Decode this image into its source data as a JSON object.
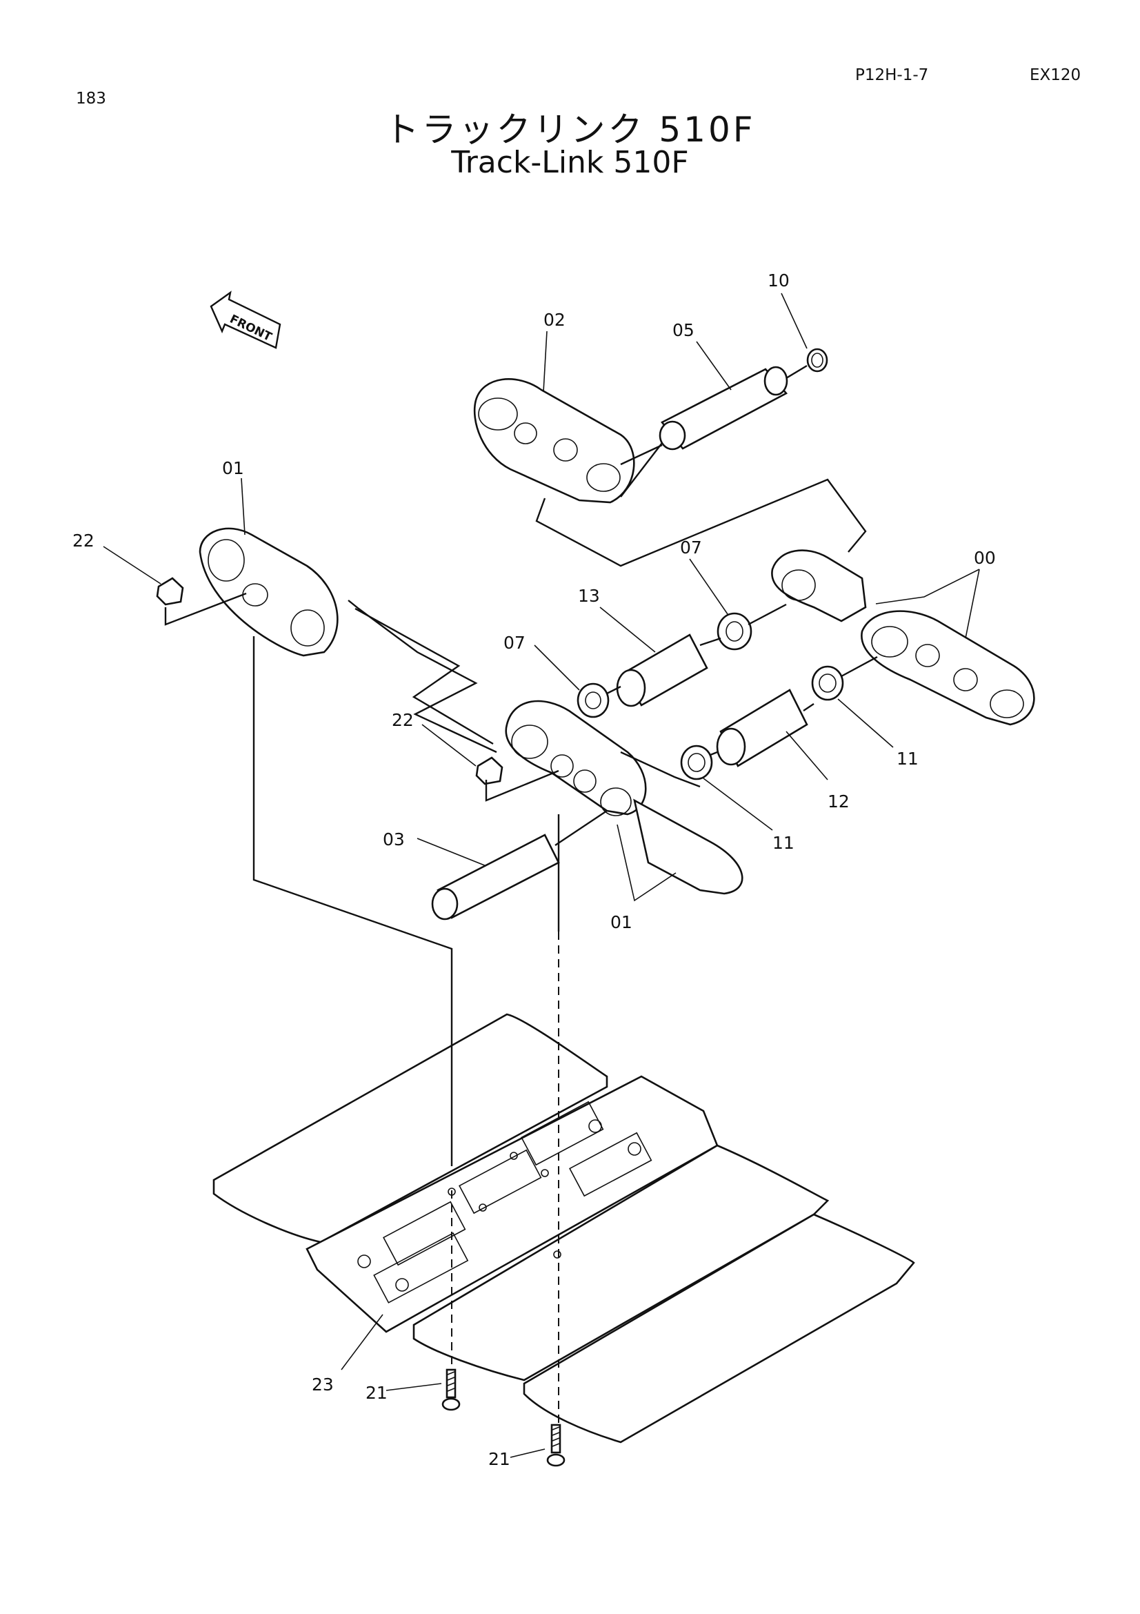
{
  "header": {
    "page_number": "183",
    "page_code": "P12H-1-7",
    "model": "EX120"
  },
  "title": {
    "japanese": "トラックリンク 510F",
    "english": "Track-Link 510F"
  },
  "direction_arrow": "FRONT",
  "callouts": {
    "c00": "00",
    "c01a": "01",
    "c01b": "01",
    "c02": "02",
    "c03": "03",
    "c05": "05",
    "c07a": "07",
    "c07b": "07",
    "c10": "10",
    "c11a": "11",
    "c11b": "11",
    "c12": "12",
    "c13": "13",
    "c21a": "21",
    "c21b": "21",
    "c22a": "22",
    "c22b": "22",
    "c23": "23"
  }
}
